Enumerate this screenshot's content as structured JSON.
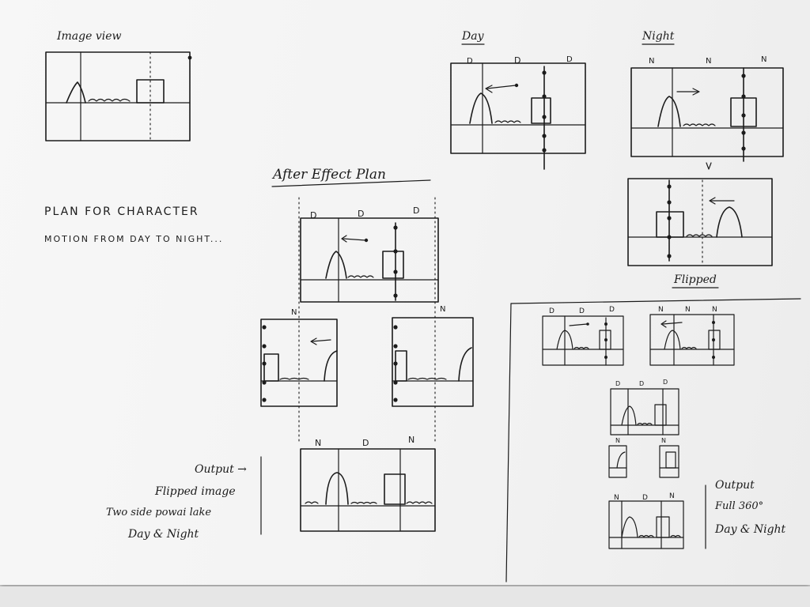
{
  "title_image_view": "Image view",
  "plan_heading_line1": "PLAN FOR CHARACTER",
  "plan_heading_line2": "MOTION FROM DAY TO NIGHT...",
  "after_effect_label": "After Effect Plan",
  "day_label": "Day",
  "night_label": "Night",
  "flipped_label": "Flipped",
  "marker_day": "D",
  "marker_night": "N",
  "output_notes": [
    "Output →",
    "Flipped image",
    "Two side powai lake",
    "Day & Night"
  ],
  "full_output_notes": [
    "Output",
    "Full 360°",
    "Day & Night"
  ],
  "center_labels": {
    "row_top": [
      "D",
      "D",
      "D"
    ],
    "row_mid_right": [
      "N"
    ],
    "row_output": [
      "N",
      "D",
      "N"
    ],
    "day_box": [
      "D",
      "D",
      "D"
    ],
    "night_box": [
      "N",
      "N",
      "N"
    ],
    "flipped_small_left": [
      "D",
      "D",
      "D"
    ],
    "flipped_small_right": [
      "N",
      "N",
      "N"
    ],
    "flipped_mid": [
      "D",
      "D",
      "D"
    ],
    "flipped_split": [
      "N",
      "N"
    ],
    "flipped_output": [
      "N",
      "D",
      "N"
    ]
  }
}
